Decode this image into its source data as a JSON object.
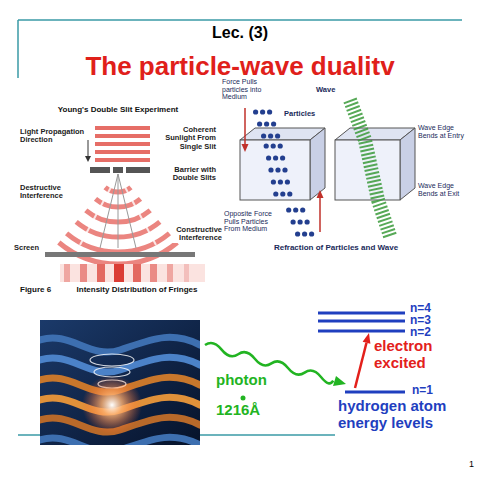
{
  "diagram": {
    "title": "The particle-wave dualitv",
    "labels": [
      "Lec. (3)",
      "Young's Double Slit Experiment",
      "Light Propagation Direction",
      "Coherent Sunlight From Single Slit",
      "Destructive Interference",
      "Barrier with Double Slits",
      "Constructive Interference",
      "Screen",
      "Figure 6",
      "Intensity Distribution of Fringes",
      "Force Pulls particles into Medium",
      "Particles",
      "Wave",
      "Wave Edge Bends at Entry",
      "Opposite Force Pulls Particles From Medium",
      "Wave Edge Bends at Exit",
      "Refraction of Particles and Wave",
      "n=4",
      "n=3",
      "n=2",
      "electron excited",
      "photon",
      "1216Å",
      "n=1",
      "hydrogen atom energy levels",
      "1"
    ]
  }
}
